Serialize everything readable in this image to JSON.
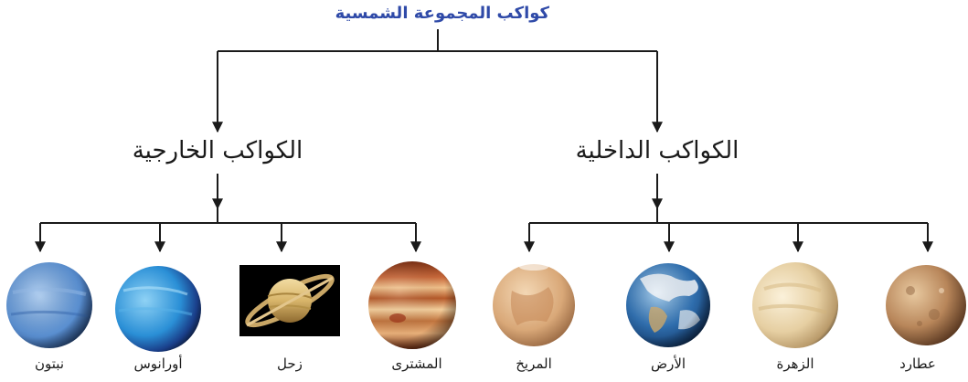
{
  "diagram": {
    "title": "كواكب المجموعة الشمسية",
    "inner": {
      "label": "الكواكب الداخلية",
      "planets": [
        "عطارد",
        "الزهرة",
        "الأرض",
        "المريخ"
      ]
    },
    "outer": {
      "label": "الكواكب الخارجية",
      "planets": [
        "المشترى",
        "زحل",
        "أورانوس",
        "نبتون"
      ]
    },
    "colors": {
      "title": "#2f4aa8",
      "lines": "#1a1a1a",
      "mercury": "#b8865a",
      "venus": "#e6cfa2",
      "earth": "#2f6fb0",
      "mars": "#d9a878",
      "jupiter": "#c8683a",
      "saturn": "#d8b56a",
      "uranus": "#2a8fd6",
      "neptune": "#5a8fd0"
    },
    "icons": [
      "mercury-icon",
      "venus-icon",
      "earth-icon",
      "mars-icon",
      "jupiter-icon",
      "saturn-icon",
      "uranus-icon",
      "neptune-icon"
    ]
  }
}
